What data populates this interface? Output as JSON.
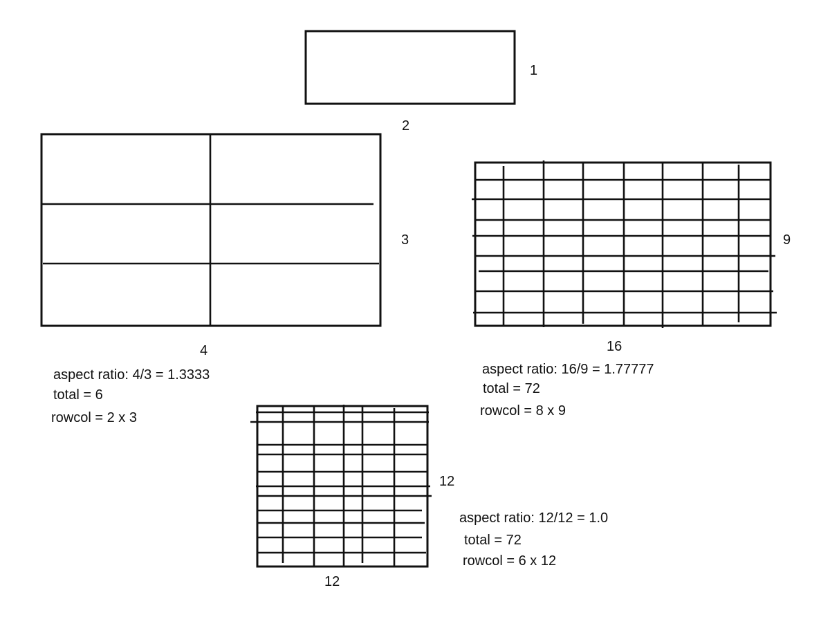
{
  "diagrams": [
    {
      "id": "d1",
      "width_label": "2",
      "height_label": "1",
      "notes": []
    },
    {
      "id": "d2",
      "width_label": "4",
      "height_label": "3",
      "notes": [
        "aspect ratio: 4/3 = 1.3333",
        "total = 6",
        "rowcol = 2 x 3"
      ]
    },
    {
      "id": "d3",
      "width_label": "16",
      "height_label": "9",
      "notes": [
        "aspect ratio: 16/9 = 1.77777",
        "total = 72",
        "rowcol = 8 x 9"
      ]
    },
    {
      "id": "d4",
      "width_label": "12",
      "height_label": "12",
      "notes": [
        "aspect ratio: 12/12 = 1.0",
        "total = 72",
        "rowcol = 6 x 12"
      ]
    }
  ]
}
